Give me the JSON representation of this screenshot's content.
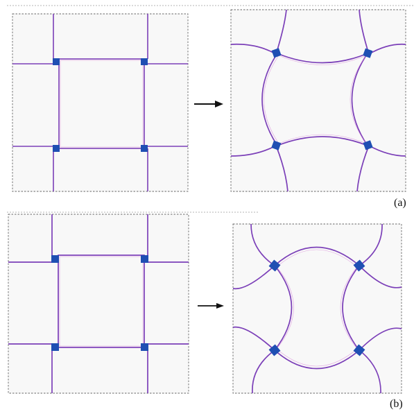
{
  "labels": {
    "a": "(a)",
    "b": "(b)"
  },
  "colors": {
    "background": "#ffffff",
    "panel_fill": "#f8f8f8",
    "frame_dash": "#666666",
    "wall_main": "#7b3fb8",
    "wall_highlight": "#d98cd9",
    "joint": "#1f4fb3",
    "arrow": "#111111"
  },
  "arrow_icon": "right-arrow-icon",
  "figure_parts": [
    "row-a-initial-cell",
    "row-a-deformed-cell-convex",
    "row-b-initial-cell",
    "row-b-deformed-cell-reentrant"
  ]
}
